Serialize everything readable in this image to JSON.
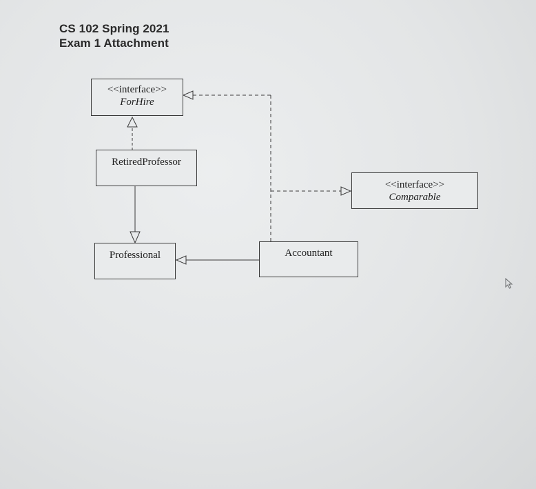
{
  "header": {
    "line1": "CS 102  Spring 2021",
    "line2": "Exam 1 Attachment"
  },
  "diagram": {
    "for_hire": {
      "stereotype": "<<interface>>",
      "name": "ForHire"
    },
    "retired_professor": {
      "name": "RetiredProfessor"
    },
    "comparable": {
      "stereotype": "<<interface>>",
      "name": "Comparable"
    },
    "professional": {
      "name": "Professional"
    },
    "accountant": {
      "name": "Accountant"
    }
  },
  "colors": {
    "line": "#3a3a3a",
    "background": "#e6e8e9"
  },
  "icons": [
    "mouse-cursor-icon"
  ]
}
